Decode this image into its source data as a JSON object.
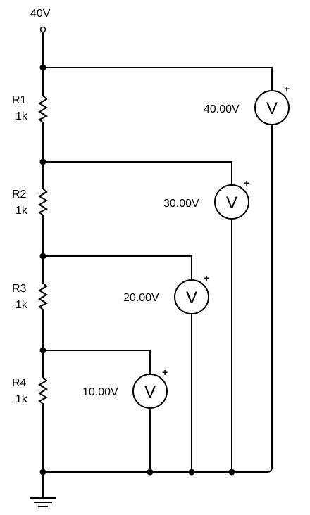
{
  "source": {
    "label": "40V"
  },
  "resistors": [
    {
      "name": "R1",
      "value": "1k"
    },
    {
      "name": "R2",
      "value": "1k"
    },
    {
      "name": "R3",
      "value": "1k"
    },
    {
      "name": "R4",
      "value": "1k"
    }
  ],
  "voltmeters": [
    {
      "reading": "40.00V",
      "symbol": "V",
      "polarity": "+"
    },
    {
      "reading": "30.00V",
      "symbol": "V",
      "polarity": "+"
    },
    {
      "reading": "20.00V",
      "symbol": "V",
      "polarity": "+"
    },
    {
      "reading": "10.00V",
      "symbol": "V",
      "polarity": "+"
    }
  ]
}
